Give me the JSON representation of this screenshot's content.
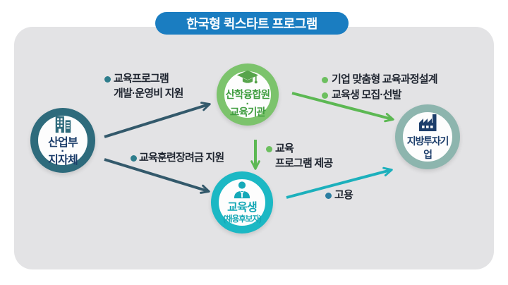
{
  "title": {
    "text": "한국형 퀵스타트 프로그램"
  },
  "colors": {
    "title_bg": "#1a7dc1",
    "panel_bg": "#e3e3e5",
    "ministry_ring": "#2e6b7c",
    "ministry_text": "#1d3e6b",
    "institute_ring": "#7cc36c",
    "institute_text": "#3f9d3f",
    "company_ring": "#8db5ae",
    "company_text": "#1d3e6b",
    "trainee_ring": "#1cb8c4",
    "trainee_text": "#13a7b5",
    "dark_arrow": "#33596b",
    "green_arrow": "#5cb853",
    "cyan_arrow": "#1cb0bc",
    "label_text": "#1f2530"
  },
  "nodes": {
    "ministry": {
      "icon": "building-icon",
      "line1": "산업부",
      "dot": "·",
      "line2": "지자체"
    },
    "institute": {
      "icon": "graduation-cap-icon",
      "line1": "산학융합원",
      "dot": "·",
      "line2": "교육기관"
    },
    "company": {
      "icon": "factory-icon",
      "label": "지방투자기업"
    },
    "trainee": {
      "icon": "person-icon",
      "label": "교육생",
      "sublabel": "(채용후보자)"
    }
  },
  "edge_labels": {
    "program_support": {
      "line1": "교육프로그램",
      "line2": "개발·운영비 지원"
    },
    "custom_curriculum": {
      "text": "기업 맞춤형 교육과정설계"
    },
    "recruitment": {
      "text": "교육생 모집·선발"
    },
    "program_provide": {
      "line1": "교육",
      "line2": "프로그램 제공"
    },
    "training_incentive": {
      "text": "교육훈련장려금 지원"
    },
    "employment": {
      "text": "고용"
    }
  }
}
